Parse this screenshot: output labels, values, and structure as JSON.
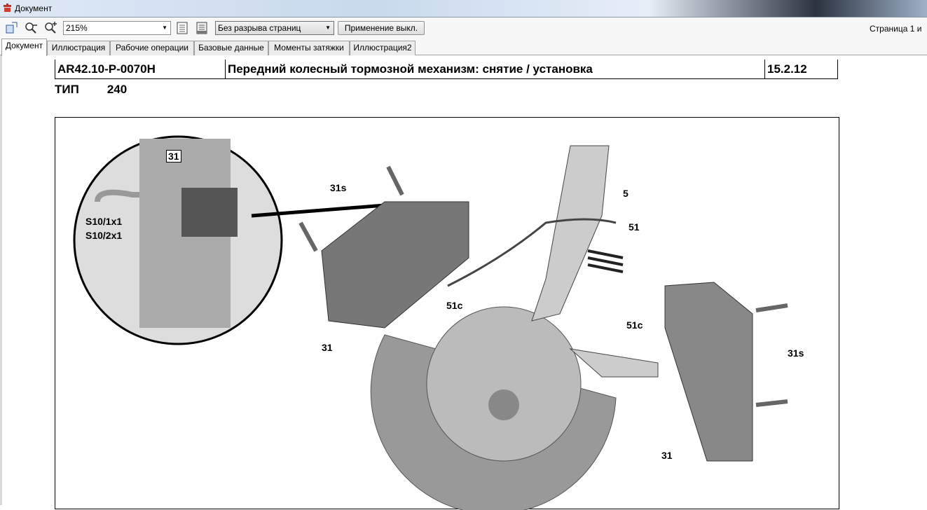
{
  "window": {
    "title": "Документ",
    "icon": "app-icon"
  },
  "toolbar": {
    "zoom_value": "215%",
    "page_mode": "Без разрыва страниц",
    "apply_label": "Применение выкл.",
    "page_info": "Страница 1 и"
  },
  "tabs": [
    {
      "label": "Документ",
      "active": true
    },
    {
      "label": "Иллюстрация"
    },
    {
      "label": "Рабочие операции"
    },
    {
      "label": "Базовые данные"
    },
    {
      "label": "Моменты затяжки"
    },
    {
      "label": "Иллюстрация2"
    }
  ],
  "document": {
    "code": "AR42.10-P-0070H",
    "title": "Передний колесный тормозной механизм: снятие / установка",
    "version": "15.2.12",
    "type_label": "ТИП",
    "type_value": "240"
  },
  "illustration": {
    "labels": [
      "31",
      "31s",
      "S10/1x1",
      "S10/2x1",
      "5",
      "51",
      "51c",
      "51c",
      "31",
      "31s",
      "31"
    ]
  }
}
